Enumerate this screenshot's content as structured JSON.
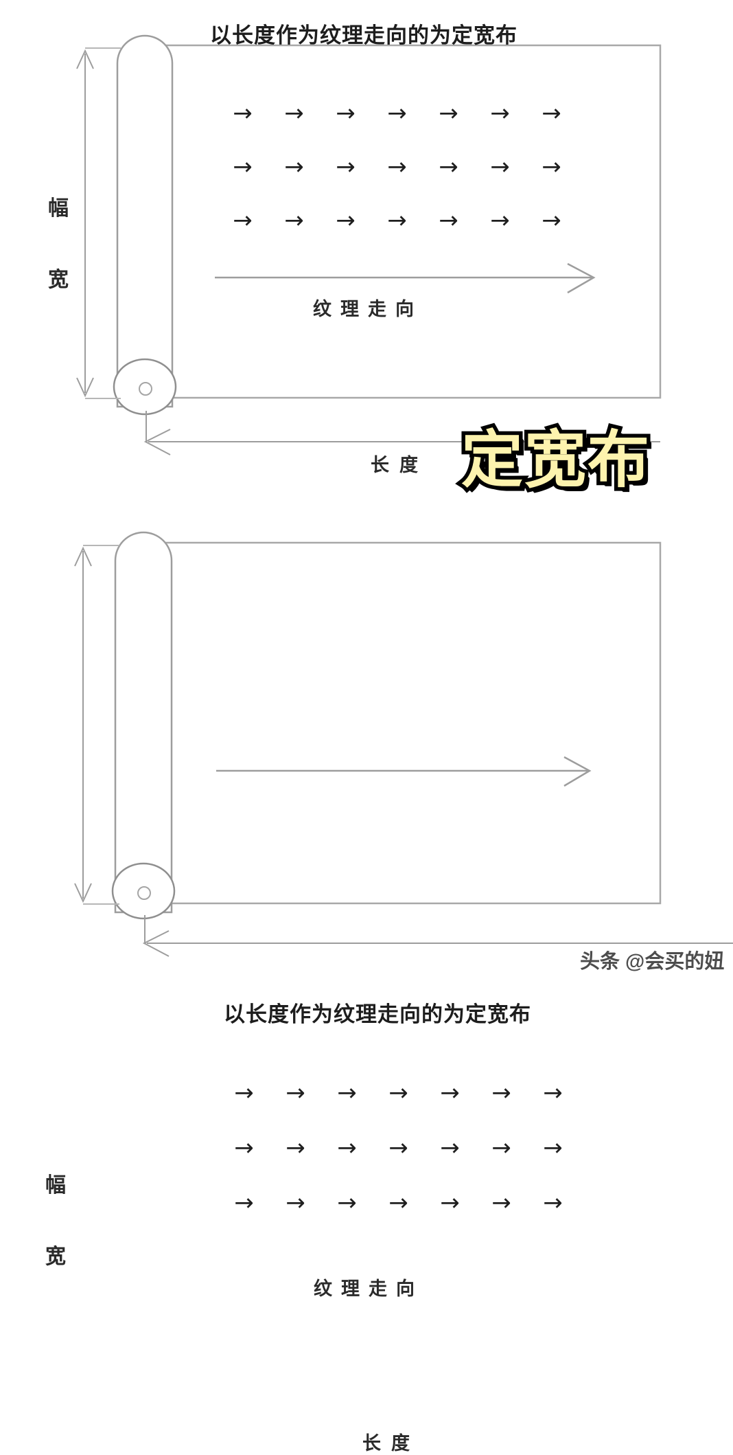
{
  "page": {
    "background_color": "#ffffff",
    "line_color": "#9a9a9a",
    "text_color": "#1d1d1d"
  },
  "overlay": {
    "sticker_text": "定宽布",
    "fill_color": "#fdf3ae",
    "outline_color": "#000000"
  },
  "watermark": {
    "text": "头条 @会买的妞"
  },
  "panels": [
    {
      "id": "panel-1",
      "title": "以长度作为纹理走向的为定宽布",
      "width_label": "幅\n宽",
      "grain_label": "纹理走向",
      "length_label": "长度",
      "arrow_glyph": "→",
      "arrow_rows": 3,
      "arrows_per_row": 7
    },
    {
      "id": "panel-2",
      "title": "以长度作为纹理走向的为定宽布",
      "width_label": "幅\n宽",
      "grain_label": "纹理走向",
      "length_label": "长度",
      "arrow_glyph": "→",
      "arrow_rows": 3,
      "arrows_per_row": 7
    }
  ]
}
